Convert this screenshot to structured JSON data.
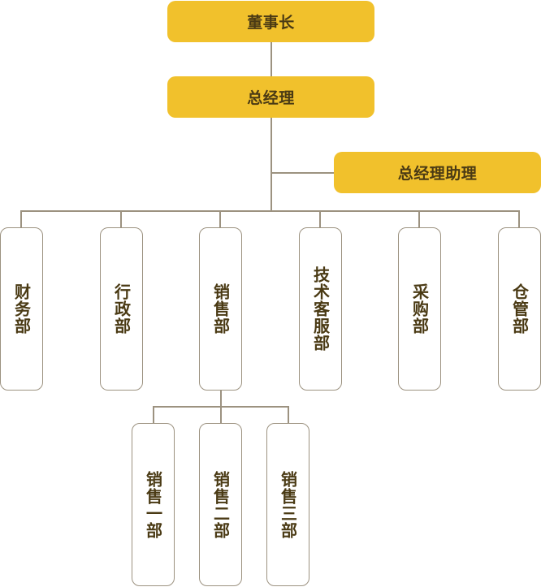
{
  "chart": {
    "title_node": "董事长",
    "gm_node": "总经理",
    "assistant_node": "总经理助理",
    "departments": [
      {
        "label": "财务部"
      },
      {
        "label": "行政部"
      },
      {
        "label": "销售部"
      },
      {
        "label": "技术客服部"
      },
      {
        "label": "采购部"
      },
      {
        "label": "仓管部"
      }
    ],
    "sales_subdepartments": [
      {
        "label": "销售一部"
      },
      {
        "label": "销售二部"
      },
      {
        "label": "销售三部"
      }
    ]
  },
  "colors": {
    "primary_fill": "#f1c12c",
    "text": "#4a3a14",
    "connector": "#9c9280"
  }
}
